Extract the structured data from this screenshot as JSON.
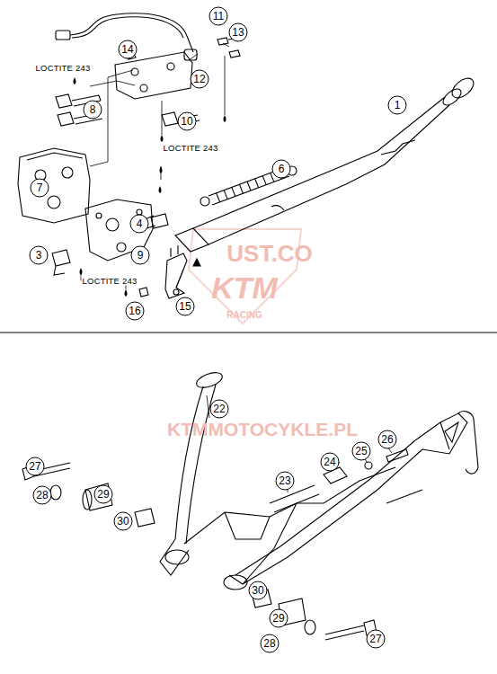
{
  "diagram": {
    "labels": [
      "11",
      "13",
      "14",
      "12",
      "LOCTITE 243",
      "8",
      "10",
      "LOCTITE 243",
      "1",
      "6",
      "7",
      "4",
      "3",
      "9",
      "LOCTITE 243",
      "16",
      "15",
      "UST.CO",
      "KTM",
      "RACING",
      "KTMMOTOCYKLE.PL",
      "22",
      "24",
      "25",
      "26",
      "23",
      "27",
      "28",
      "29",
      "30",
      "29",
      "30",
      "28",
      "27"
    ]
  }
}
